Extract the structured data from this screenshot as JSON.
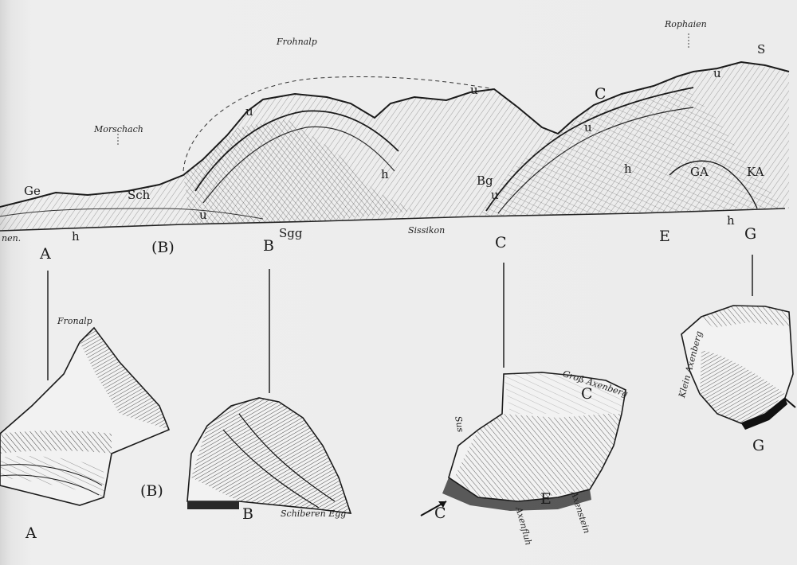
{
  "profile": {
    "place_names": {
      "frohnalp": "Frohnalp",
      "rophaien": "Rophaien",
      "morschach": "Morschach",
      "sissikon": "Sissikon",
      "brunnen": "nen."
    },
    "unit_labels": {
      "ge": "Ge",
      "sch": "Sch",
      "sgg": "Sgg",
      "u1": "u",
      "u2": "u",
      "u3": "u",
      "u4": "u",
      "u5": "u",
      "u6": "u",
      "h1": "h",
      "h2": "h",
      "h3": "h",
      "h4": "h",
      "bg": "Bg",
      "ga": "GA",
      "ka": "KA",
      "s": "S",
      "c_top": "C"
    },
    "section_letters": {
      "a": "A",
      "b_paren": "(B)",
      "b": "B",
      "c": "C",
      "e": "E",
      "g": "G"
    }
  },
  "sketches": {
    "a": {
      "name": "Fronalp",
      "letter": "A",
      "secondary_letter": "(B)"
    },
    "b": {
      "caption": "Schiberen Egg",
      "letter": "B"
    },
    "c": {
      "name": "Groß Axenberg",
      "letter_top": "C",
      "letter_bottom": "C",
      "letter_e": "E",
      "side_label_1": "Sus",
      "side_label_2": "Axenfluh",
      "side_label_3": "Axenstein"
    },
    "g": {
      "name": "Klein Axenberg",
      "letter": "G"
    }
  }
}
